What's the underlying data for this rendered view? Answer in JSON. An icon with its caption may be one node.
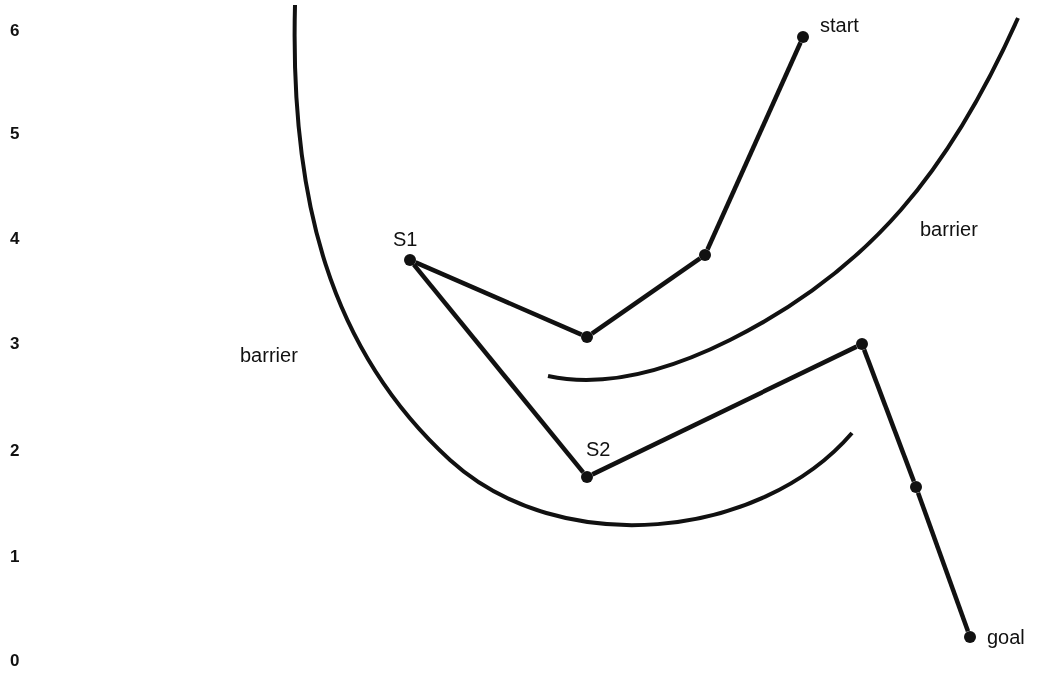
{
  "diagram": {
    "nodes": [
      {
        "text": [],
        "shape": "circle",
        "beside": [
          "start"
        ]
      },
      {
        "text": [],
        "shape": "circle"
      },
      {
        "text": [],
        "shape": "circle"
      },
      {
        "text": [],
        "shape": "circle",
        "beside": [
          "S1"
        ]
      },
      {
        "text": [],
        "shape": "circle",
        "beside": [
          "S2"
        ]
      },
      {
        "text": [],
        "shape": "circle"
      },
      {
        "text": [],
        "shape": "circle"
      },
      {
        "text": [],
        "shape": "circle",
        "beside": [
          "goal"
        ]
      }
    ],
    "edges": [
      {
        "from": 0,
        "to": 1,
        "arrow": "none"
      },
      {
        "from": 1,
        "to": 2,
        "arrow": "none"
      },
      {
        "from": 2,
        "to": 3,
        "arrow": "none"
      },
      {
        "from": 3,
        "to": 4,
        "arrow": "none"
      },
      {
        "from": 4,
        "to": 5,
        "arrow": "none"
      },
      {
        "from": 5,
        "to": 6,
        "arrow": "none"
      },
      {
        "from": 6,
        "to": 7,
        "arrow": "none"
      }
    ],
    "labels": [
      "6",
      "5",
      "barrier",
      "4",
      "3",
      "barrier",
      "2",
      "1",
      "0"
    ]
  }
}
